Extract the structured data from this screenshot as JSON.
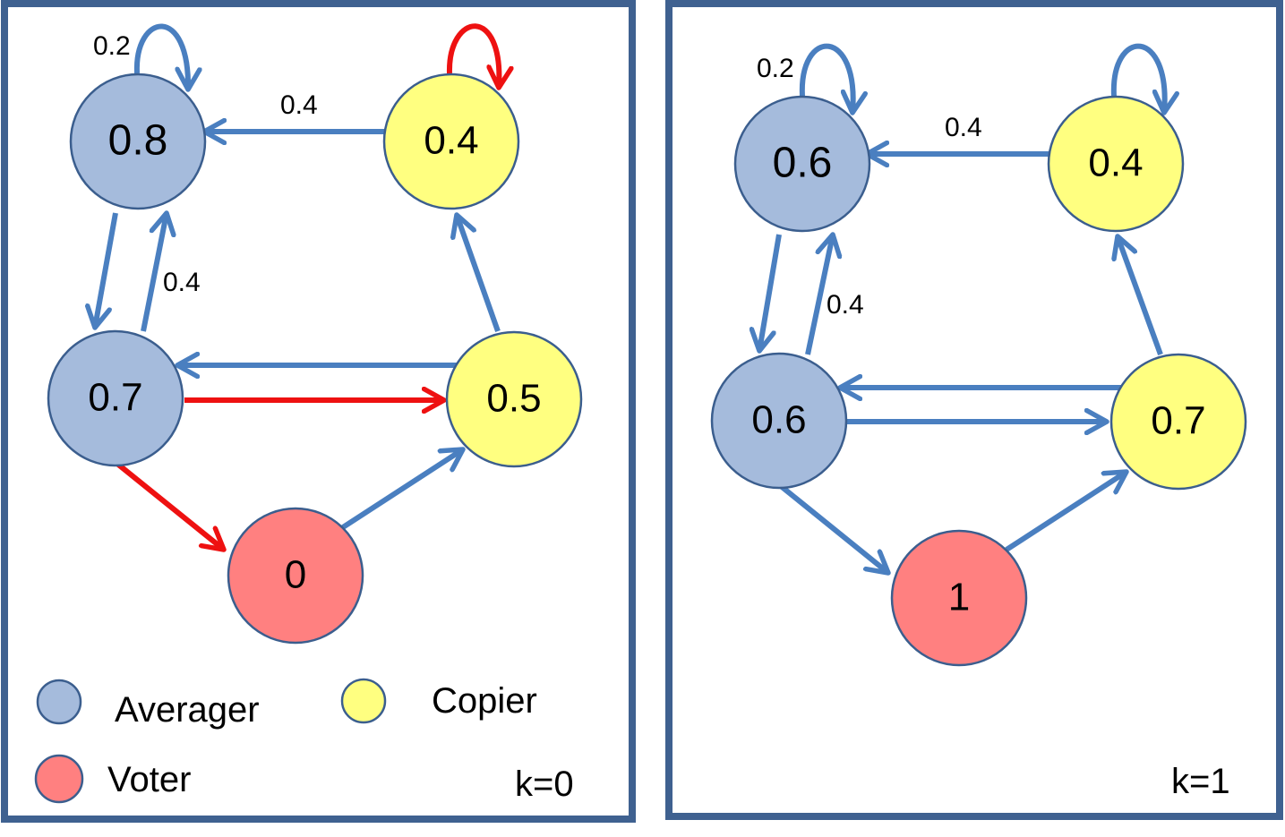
{
  "colors": {
    "frame": "#3f6190",
    "averager": "#a5bbdc",
    "copier": "#ffff80",
    "voter": "#ff8080",
    "node_stroke": "#3b5e8e",
    "edge_blue": "#4a7fc0",
    "edge_red": "#ee1111"
  },
  "legend": {
    "averager": "Averager",
    "copier": "Copier",
    "voter": "Voter"
  },
  "panels": [
    {
      "k_label": "k=0",
      "nodes": {
        "top_left": {
          "value": "0.8",
          "type": "averager"
        },
        "top_right": {
          "value": "0.4",
          "type": "copier"
        },
        "mid_left": {
          "value": "0.7",
          "type": "averager"
        },
        "mid_right": {
          "value": "0.5",
          "type": "copier"
        },
        "bottom": {
          "value": "0",
          "type": "voter"
        }
      },
      "edge_labels": {
        "self_loop_top_left": "0.2",
        "top_right_to_top_left": "0.4",
        "mid_left_to_top_left": "0.4"
      },
      "edge_colors": {
        "self_loop_top_right": "red",
        "mid_left_to_mid_right": "red",
        "mid_left_to_bottom": "red"
      }
    },
    {
      "k_label": "k=1",
      "nodes": {
        "top_left": {
          "value": "0.6",
          "type": "averager"
        },
        "top_right": {
          "value": "0.4",
          "type": "copier"
        },
        "mid_left": {
          "value": "0.6",
          "type": "averager"
        },
        "mid_right": {
          "value": "0.7",
          "type": "copier"
        },
        "bottom": {
          "value": "1",
          "type": "voter"
        }
      },
      "edge_labels": {
        "self_loop_top_left": "0.2",
        "top_right_to_top_left": "0.4",
        "mid_left_to_top_left": "0.4"
      },
      "edge_colors": {
        "self_loop_top_right": "blue",
        "mid_left_to_mid_right": "blue",
        "mid_left_to_bottom": "blue"
      }
    }
  ]
}
